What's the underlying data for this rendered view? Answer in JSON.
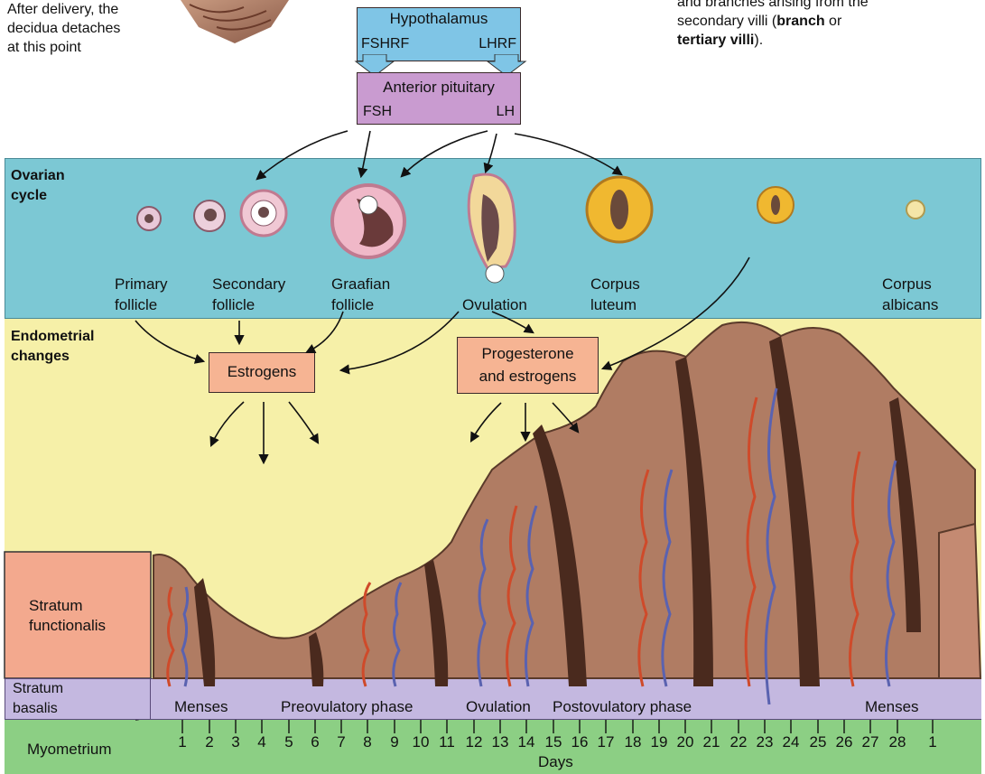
{
  "top_left_note": [
    "After delivery, the",
    "decidua detaches",
    "at this point"
  ],
  "top_right_note": {
    "line1": "and branches arising from the",
    "line2": "secondary villi (",
    "bold1": "branch",
    "line2b": " or",
    "bold2": "tertiary villi",
    "line3": ")."
  },
  "hypothalamus": {
    "title": "Hypothalamus",
    "left": "FSHRF",
    "right": "LHRF"
  },
  "pituitary": {
    "title": "Anterior pituitary",
    "left": "FSH",
    "right": "LH"
  },
  "ovarian": {
    "heading": [
      "Ovarian",
      "cycle"
    ],
    "stages": [
      {
        "lines": [
          "Primary",
          "follicle"
        ]
      },
      {
        "lines": [
          "Secondary",
          "follicle"
        ]
      },
      {
        "lines": [
          "Graafian",
          "follicle"
        ]
      },
      {
        "lines": [
          "Ovulation"
        ]
      },
      {
        "lines": [
          "Corpus",
          "luteum"
        ]
      },
      {
        "lines": [
          "Corpus",
          "albicans"
        ]
      }
    ]
  },
  "endometrial": {
    "heading": [
      "Endometrial",
      "changes"
    ],
    "estrogens": "Estrogens",
    "progesterone": [
      "Progesterone",
      "and estrogens"
    ]
  },
  "layers": {
    "functionalis": [
      "Stratum",
      "functionalis"
    ],
    "basalis": [
      "Stratum",
      "basalis"
    ],
    "myometrium": "Myometrium"
  },
  "phases": [
    "Menses",
    "Preovulatory phase",
    "Ovulation",
    "Postovulatory phase",
    "Menses"
  ],
  "days": [
    "1",
    "2",
    "3",
    "4",
    "5",
    "6",
    "7",
    "8",
    "9",
    "10",
    "11",
    "12",
    "13",
    "14",
    "15",
    "16",
    "17",
    "18",
    "19",
    "20",
    "21",
    "22",
    "23",
    "24",
    "25",
    "26",
    "27",
    "28",
    "1"
  ],
  "days_label": "Days",
  "colors": {
    "ovarian_band": "#7cc8d4",
    "endometrial_band": "#f6f0a8",
    "basalis_band": "#c4b8e0",
    "myometrium_band": "#8ccf84",
    "hypothalamus_box": "#7fc5e6",
    "pituitary_box": "#c99bd0",
    "hormone_box": "#f6b493",
    "tissue": "#b07c63",
    "gland": "#5a3a2a",
    "artery": "#cf4a2a",
    "vein": "#5a62b0"
  }
}
